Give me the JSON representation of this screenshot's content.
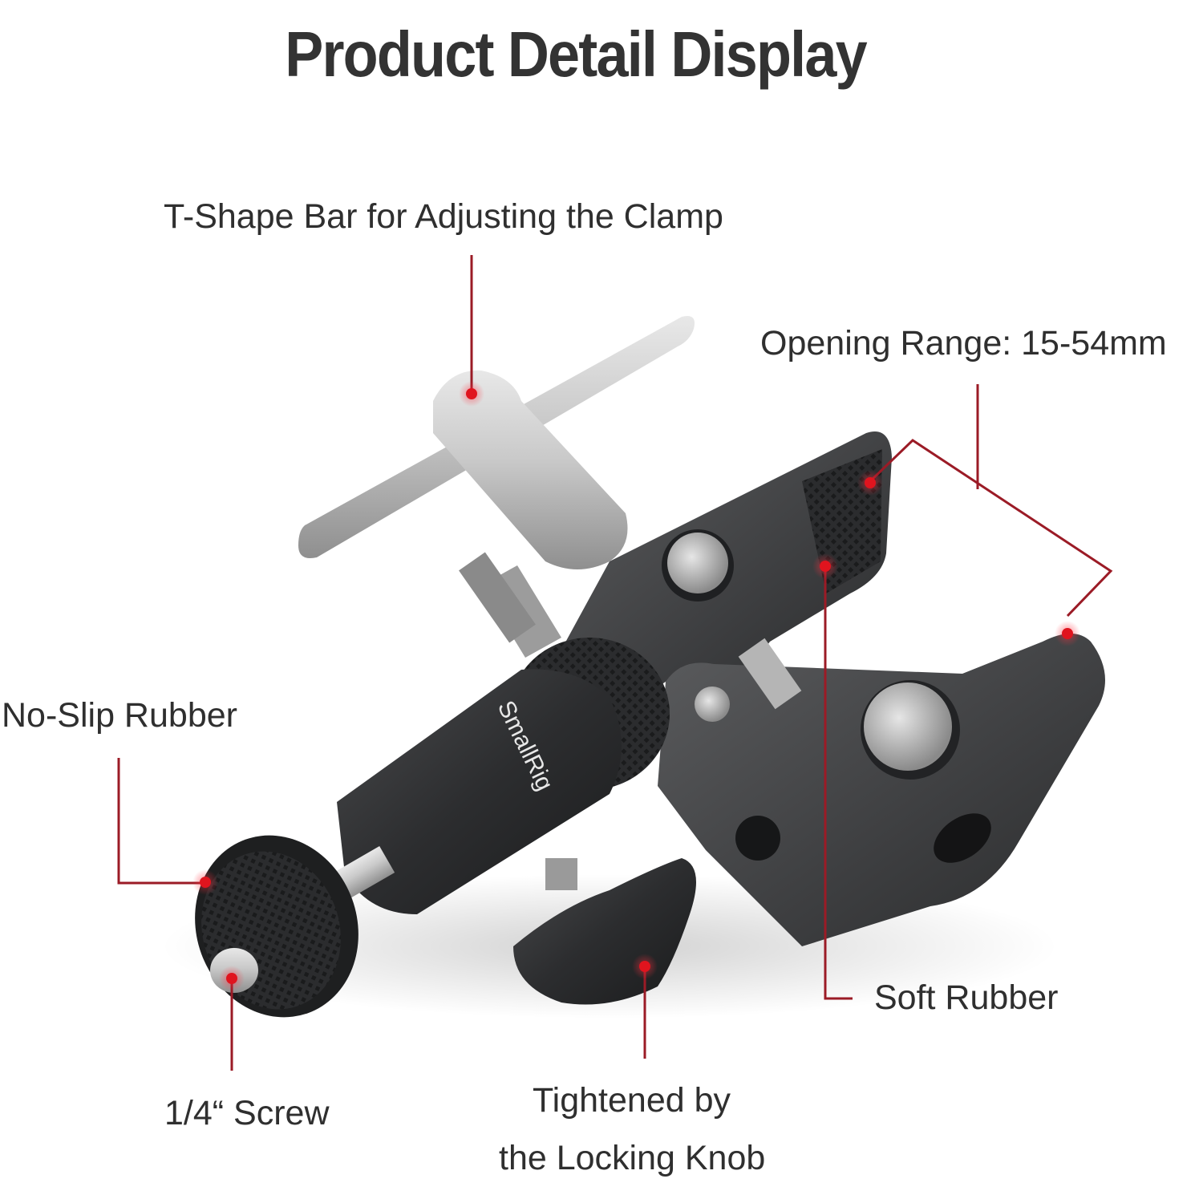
{
  "page": {
    "title": "Product Detail Display",
    "accent_color": "#9b1b26",
    "dot_color": "#e0141e"
  },
  "product": {
    "brand_engraving": "SmallRig",
    "parts": [
      "t-shape-bar",
      "super-clamp",
      "ball-head",
      "locking-knob",
      "cold-shoe-screw-knob"
    ]
  },
  "callouts": [
    {
      "id": "t-shape-bar",
      "label": "T-Shape Bar for Adjusting the Clamp"
    },
    {
      "id": "opening-range",
      "label": "Opening Range: 15-54mm"
    },
    {
      "id": "no-slip-rubber",
      "label": "No-Slip Rubber"
    },
    {
      "id": "soft-rubber",
      "label": "Soft Rubber"
    },
    {
      "id": "screw",
      "label": "1/4“ Screw"
    },
    {
      "id": "locking-knob-line1",
      "label": "Tightened by"
    },
    {
      "id": "locking-knob-line2",
      "label": "the Locking Knob"
    }
  ]
}
